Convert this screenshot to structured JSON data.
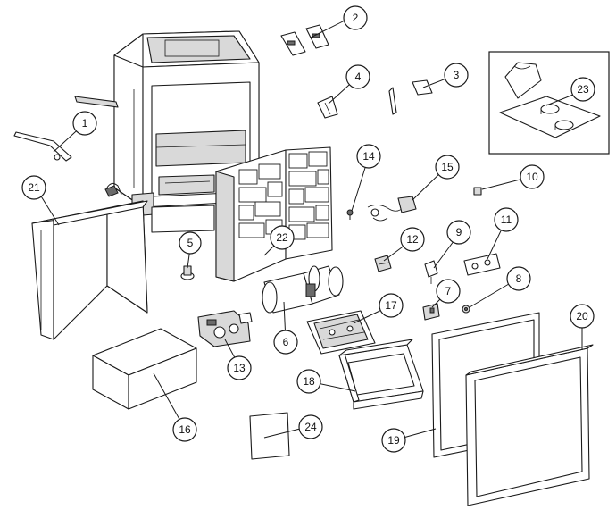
{
  "callouts": [
    {
      "id": "c1",
      "label": "1"
    },
    {
      "id": "c2",
      "label": "2"
    },
    {
      "id": "c3",
      "label": "3"
    },
    {
      "id": "c4",
      "label": "4"
    },
    {
      "id": "c5",
      "label": "5"
    },
    {
      "id": "c6",
      "label": "6"
    },
    {
      "id": "c7",
      "label": "7"
    },
    {
      "id": "c8",
      "label": "8"
    },
    {
      "id": "c9",
      "label": "9"
    },
    {
      "id": "c10",
      "label": "10"
    },
    {
      "id": "c11",
      "label": "11"
    },
    {
      "id": "c12",
      "label": "12"
    },
    {
      "id": "c13",
      "label": "13"
    },
    {
      "id": "c14",
      "label": "14"
    },
    {
      "id": "c15",
      "label": "15"
    },
    {
      "id": "c16",
      "label": "16"
    },
    {
      "id": "c17",
      "label": "17"
    },
    {
      "id": "c18",
      "label": "18"
    },
    {
      "id": "c19",
      "label": "19"
    },
    {
      "id": "c20",
      "label": "20"
    },
    {
      "id": "c21",
      "label": "21"
    },
    {
      "id": "c22",
      "label": "22"
    },
    {
      "id": "c23",
      "label": "23"
    },
    {
      "id": "c24",
      "label": "24"
    }
  ],
  "colors": {
    "line": "#1a1a1a",
    "background": "#ffffff",
    "shade": "#d9d9d9"
  }
}
